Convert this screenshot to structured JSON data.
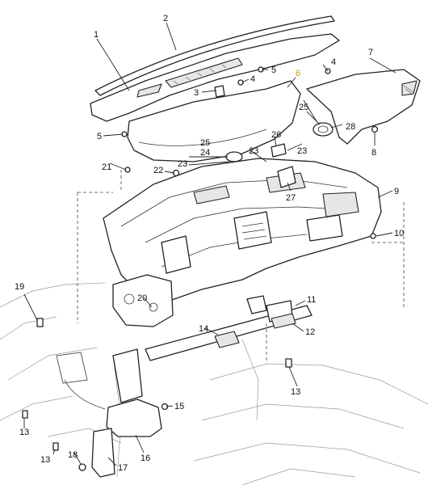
{
  "callouts": {
    "c1": "1",
    "c2": "2",
    "c3": "3",
    "c4a": "4",
    "c4b": "4",
    "c5a": "5",
    "c5b": "5",
    "c6": "6",
    "c7": "7",
    "c8": "8",
    "c9": "9",
    "c10": "10",
    "c11": "11",
    "c12": "12",
    "c13a": "13",
    "c13b": "13",
    "c13c": "13",
    "c14": "14",
    "c15": "15",
    "c16": "16",
    "c17": "17",
    "c18": "18",
    "c19": "19",
    "c20": "20",
    "c21": "21",
    "c22": "22",
    "c23a": "23",
    "c23b": "23",
    "c23c": "23",
    "c24": "24",
    "c25a": "25",
    "c25b": "25",
    "c26": "26",
    "c27": "27",
    "c28": "28"
  },
  "highlight_color": "#c79b00"
}
